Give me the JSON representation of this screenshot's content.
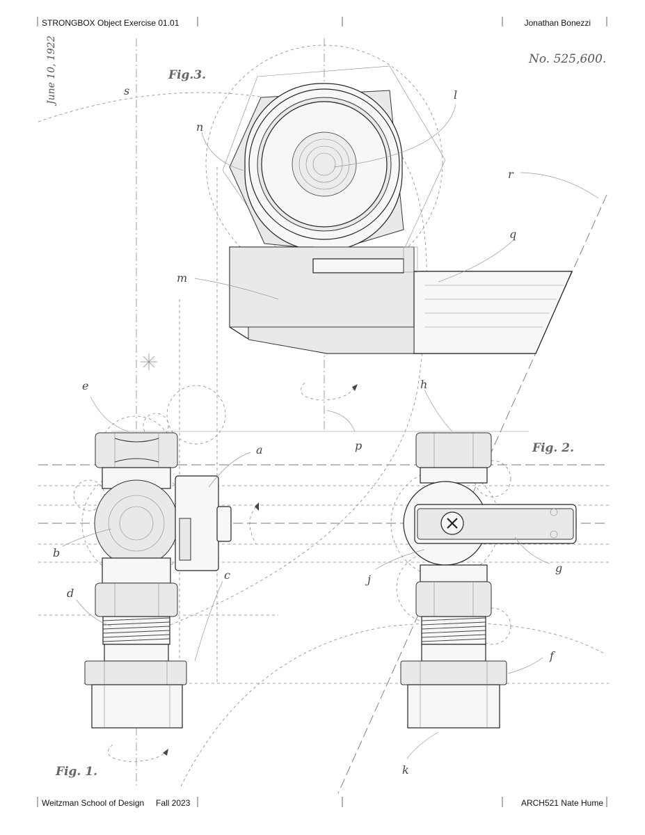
{
  "header": {
    "top_left": "STRONGBOX Object Exercise 01.01",
    "top_right": "Jonathan Bonezzi",
    "bottom_left_school": "Weitzman School of Design",
    "bottom_left_term": "Fall 2023",
    "bottom_right": "ARCH521 Nate Hume"
  },
  "patent": {
    "date": "June 10, 1922",
    "number": "No. 525,600."
  },
  "figures": {
    "fig1": "Fig. 1.",
    "fig2": "Fig. 2.",
    "fig3": "Fig.3."
  },
  "labels": {
    "a": "a",
    "b": "b",
    "c": "c",
    "d": "d",
    "e": "e",
    "f": "f",
    "g": "g",
    "h": "h",
    "j": "j",
    "k": "k",
    "l": "l",
    "m": "m",
    "n": "n",
    "p": "p",
    "q": "q",
    "r": "r",
    "s": "s"
  }
}
